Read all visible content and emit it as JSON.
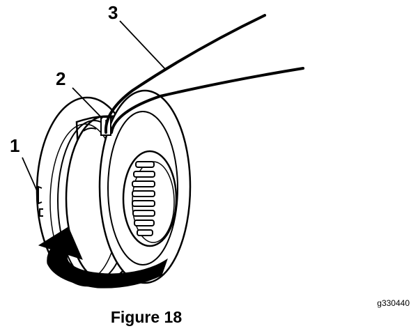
{
  "callouts": {
    "label_1": "1",
    "label_2": "2",
    "label_3": "3"
  },
  "figure_id": "g330440",
  "caption": "Figure 18",
  "colors": {
    "ink": "#000000",
    "paper": "#ffffff"
  }
}
